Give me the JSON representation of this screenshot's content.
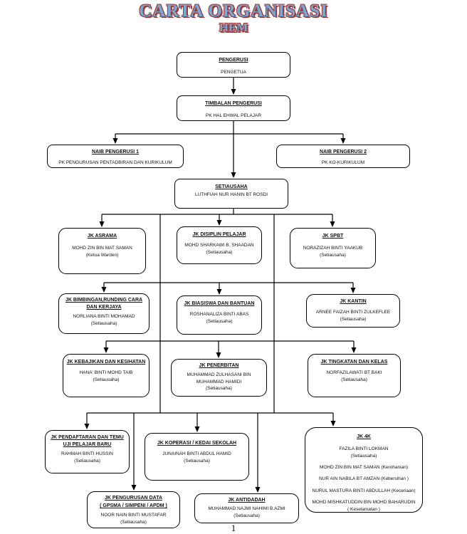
{
  "title": {
    "line1": "CARTA ORGANISASI",
    "line2": "HEM",
    "fill_color": "#7ba7d7",
    "outline_color": "#9c3a38"
  },
  "page_number": "1",
  "chart": {
    "pengerusi": {
      "heading": "PENGERUSI",
      "name": "PENGETUA"
    },
    "timbalan_pengerusi": {
      "heading": "TIMBALAN PENGERUSI",
      "name": "PK HAL EHWAL PELAJAR"
    },
    "naib_pengerusi_1": {
      "heading": "NAIB PENGERUSI 1",
      "name": "PK PENGURUSAN PENTADBIRAN DAN KURIKULUM"
    },
    "naib_pengerusi_2": {
      "heading": "NAIB PENGERUSI 2",
      "name": "PK KO-KURIKULUM"
    },
    "setiausaha": {
      "heading": "SETIAUSAHA",
      "name": "LUTHFIAH NUR HANIN BT ROSDI"
    },
    "jk_asrama": {
      "heading": "JK ASRAMA",
      "name": "MOHD ZIN BIN MAT SAMAN",
      "role": "(Ketua Warden)"
    },
    "jk_disiplin_pelajar": {
      "heading": "JK DISIPLIN PELAJAR",
      "name": "MOHD SHARKAWI B. SHAADAN",
      "role": "(Setiausaha)"
    },
    "jk_spbt": {
      "heading": "JK SPBT",
      "name": "NORAZIZAH BINTI YAAKUB",
      "role": "(Setiausaha)"
    },
    "jk_bimbingan": {
      "heading": "JK BIMBINGAN,RUNDING CARA DAN KERJAYA",
      "name": "NORLIANA BINTI MOHAMAD",
      "role": "(Setiausaha)"
    },
    "jk_biasiswa": {
      "heading": "JK BIASISWA DAN BANTUAN",
      "name": "ROSHANALIZA BINTI ABAS",
      "role": "(Setiausaha)"
    },
    "jk_kantin": {
      "heading": "JK KANTIN",
      "name": "ARNEE FAIZAH BINTI ZULKEFLEE",
      "role": "(Setiausaha)"
    },
    "jk_kebajikan": {
      "heading": "JK KEBAJIKAN DAN KESIHATAN",
      "name": "HANA' BINTI MOHD TAIB",
      "role": "(Setiausaha)"
    },
    "jk_penerbitan": {
      "heading": "JK PENERBITAN",
      "name": "MUHAMMAD ZULHASANI BIN MUHAMMAD HAMIDI",
      "role": "(Setiausaha)"
    },
    "jk_tingkatan": {
      "heading": "JK TINGKATAN DAN KELAS",
      "name": "NORFAZILAWATI BT BAKI",
      "role": "(Setiausaha)"
    },
    "jk_pendaftaran": {
      "heading": "JK PENDAFTARAN DAN TEMU UJI PELAJAR BARU",
      "name": "RAHMAH BINTI HUSSIN",
      "role": "(Setiausaha)"
    },
    "jk_koperasi": {
      "heading": "JK KOPERASI / KEDAI SEKOLAH",
      "name": "JUNAINAH BINTI ABDUL HAMID",
      "role": "(Setiausaha)"
    },
    "jk_4k": {
      "heading": "JK 4K",
      "lines": [
        "FAZILA BINTI LOKMAN",
        "(Setiausaha)",
        "MOHD ZIN BIN MAT SAMAN (Kerohanian)",
        "NUR AIN NABILA BT AMZAN (Kebersihan )",
        "NURUL MASTURA  BINTI ABDULLAH (Keceriaan)",
        "MOHD MISHKATUDDIN BIN MOHD BAHARUDIN",
        "( Keselamatan )"
      ]
    },
    "jk_pengurusan_data": {
      "heading": "JK PENGURUSAN DATA",
      "heading2": "( GPSMA / SIMPENI / APDM )",
      "name": "NOOR NAIN BINTI MUSTAFAR",
      "role": "(Setiausaha)"
    },
    "jk_antidadah": {
      "heading": "JK ANTIDADAH",
      "name": "MUHAMMAD NAJMI NAHIMI B.AZMI",
      "role": "(Setiausaha)"
    }
  }
}
